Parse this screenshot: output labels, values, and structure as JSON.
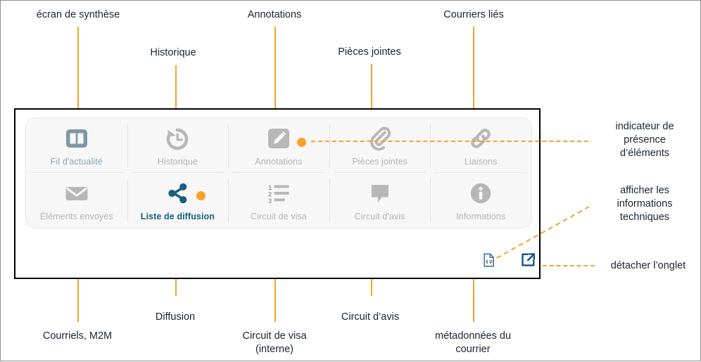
{
  "diagram": {
    "accent_orange": "#F5A22B",
    "active_blue": "#14607F",
    "muted_gray": "#B3B3B3",
    "first_tile_blue": "#8DA4B2",
    "text_color": "#1B2431"
  },
  "annotations": {
    "top": [
      {
        "id": "ecran-de-synthese",
        "text": "écran de synthèse"
      },
      {
        "id": "historique",
        "text": "Historique"
      },
      {
        "id": "annotations",
        "text": "Annotations"
      },
      {
        "id": "pieces-jointes",
        "text": "Pièces jointes"
      },
      {
        "id": "courriers-lies",
        "text": "Courriers liés"
      }
    ],
    "right": [
      {
        "id": "indicateur-presence",
        "text": "indicateur de\npésence\nd'éléments",
        "display": "indicateur de\nprésence\nd’éléments"
      },
      {
        "id": "afficher-infos-techniques",
        "display": "afficher les\ninformations\ntechniques"
      },
      {
        "id": "detacher-onglet",
        "display": "détacher l’onglet"
      }
    ],
    "bottom": [
      {
        "id": "courriels-m2m",
        "text": "Courriels, M2M"
      },
      {
        "id": "diffusion",
        "text": "Diffusion"
      },
      {
        "id": "circuit-de-visa",
        "text": "Circuit de visa\n(interne)"
      },
      {
        "id": "circuit-davis",
        "text": "Circuit d’avis"
      },
      {
        "id": "metadonnees-du-courrier",
        "text": "métadonnées du\ncourrier"
      }
    ]
  },
  "panel": {
    "tabs": [
      {
        "id": "fil-actualite",
        "label": "Fil d'actualité",
        "icon": "columns-icon",
        "state": "first",
        "badge": false
      },
      {
        "id": "historique",
        "label": "Historique",
        "icon": "history-icon",
        "state": "muted",
        "badge": false
      },
      {
        "id": "annotations",
        "label": "Annotations",
        "icon": "pencil-icon",
        "state": "muted",
        "badge": true
      },
      {
        "id": "pieces-jointes",
        "label": "Pièces jointes",
        "icon": "paperclip-icon",
        "state": "muted",
        "badge": false
      },
      {
        "id": "liaisons",
        "label": "Liaisons",
        "icon": "link-icon",
        "state": "muted",
        "badge": false
      },
      {
        "id": "elements-envoyes",
        "label": "Éléments envoyés",
        "icon": "envelope-icon",
        "state": "muted",
        "badge": false
      },
      {
        "id": "liste-diffusion",
        "label": "Liste de diffusion",
        "icon": "share-icon",
        "state": "active",
        "badge": true
      },
      {
        "id": "circuit-de-visa",
        "label": "Circuit de visa",
        "icon": "numbered-list-icon",
        "state": "muted",
        "badge": false
      },
      {
        "id": "circuit-davis",
        "label": "Circuit d'avis",
        "icon": "comment-icon",
        "state": "muted",
        "badge": false
      },
      {
        "id": "informations",
        "label": "Informations",
        "icon": "info-icon",
        "state": "muted",
        "badge": false
      }
    ],
    "footer_actions": [
      {
        "id": "infos-techniques",
        "icon": "file-code-icon",
        "color": "#2D6CA8"
      },
      {
        "id": "detacher-onglet",
        "icon": "external-link-icon",
        "color": "#17538F"
      }
    ]
  }
}
